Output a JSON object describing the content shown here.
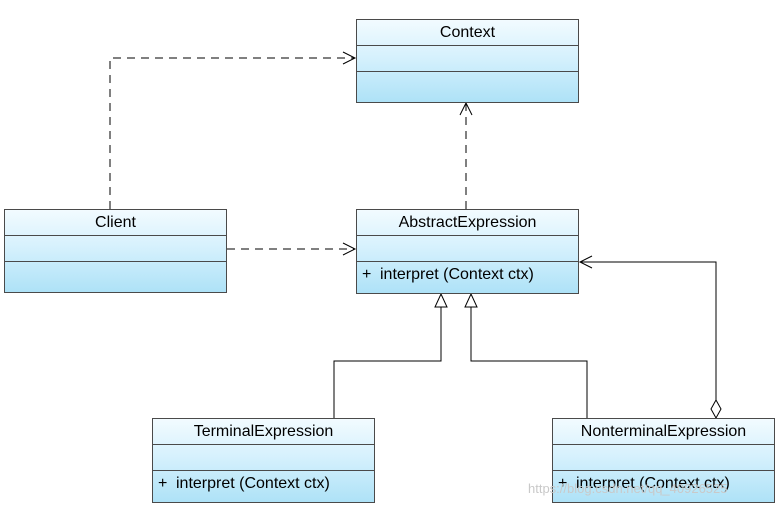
{
  "classes": {
    "context": {
      "name": "Context"
    },
    "client": {
      "name": "Client"
    },
    "abstract_expression": {
      "name": "AbstractExpression",
      "operations": [
        {
          "visibility": "+",
          "signature": "interpret (Context ctx)"
        }
      ]
    },
    "terminal_expression": {
      "name": "TerminalExpression",
      "operations": [
        {
          "visibility": "+",
          "signature": "interpret (Context ctx)"
        }
      ]
    },
    "nonterminal_expression": {
      "name": "NonterminalExpression",
      "operations": [
        {
          "visibility": "+",
          "signature": "interpret (Context ctx)"
        }
      ]
    }
  },
  "relationships": [
    {
      "type": "dependency",
      "from": "Client",
      "to": "Context"
    },
    {
      "type": "dependency",
      "from": "Client",
      "to": "AbstractExpression"
    },
    {
      "type": "dependency",
      "from": "AbstractExpression",
      "to": "Context"
    },
    {
      "type": "generalization",
      "from": "TerminalExpression",
      "to": "AbstractExpression"
    },
    {
      "type": "generalization",
      "from": "NonterminalExpression",
      "to": "AbstractExpression"
    },
    {
      "type": "aggregation",
      "from": "NonterminalExpression",
      "to": "AbstractExpression"
    }
  ],
  "colors": {
    "border": "#4a4a4a",
    "fill_top": "#f2fbff",
    "fill_bottom": "#aee2f7",
    "line": "#000000"
  },
  "watermark": "https://blog.csdn.net/qq_40926525"
}
